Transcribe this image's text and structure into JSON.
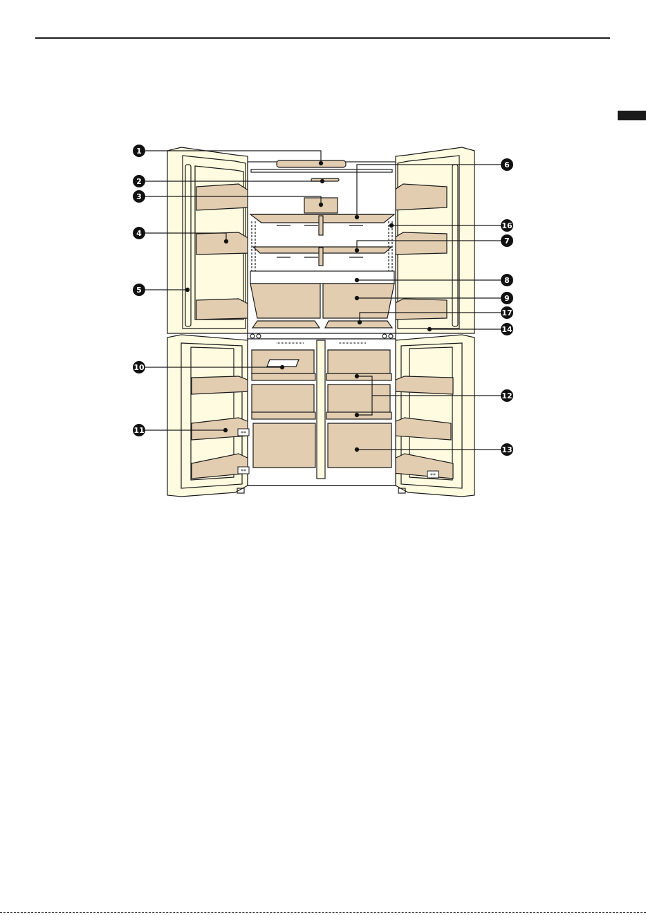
{
  "colors": {
    "door_fill": "#fffbe0",
    "bin_fill": "#e2cdb0",
    "line": "#1a1a1a",
    "callout": "#111111"
  },
  "callouts": [
    {
      "label": "1"
    },
    {
      "label": "2"
    },
    {
      "label": "3"
    },
    {
      "label": "4"
    },
    {
      "label": "5"
    },
    {
      "label": "6"
    },
    {
      "label": "16"
    },
    {
      "label": "7"
    },
    {
      "label": "8"
    },
    {
      "label": "9"
    },
    {
      "label": "17"
    },
    {
      "label": "14"
    },
    {
      "label": "10"
    },
    {
      "label": "11"
    },
    {
      "label": "12"
    },
    {
      "label": "13"
    }
  ],
  "icons": [
    "freezer-star-icon"
  ],
  "freezer_marks": [
    "**",
    "**",
    "**"
  ]
}
